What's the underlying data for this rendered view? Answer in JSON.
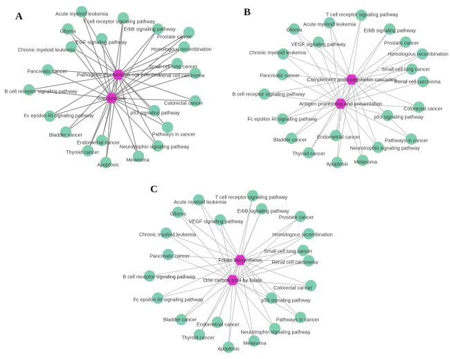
{
  "colors": {
    "pathway_node": "#7fcfb2",
    "hub_node": "#e033c9",
    "edge_A": "#8a8a8a",
    "edge_BC": "#b9b9b9"
  },
  "panels": [
    {
      "letter": "A",
      "hubs": [
        "Pathogenic Escherichia coli infection",
        "Gap junction"
      ],
      "nodes": [
        "Acute myeloid leukemia",
        "T cell receptor signaling pathway",
        "Glioma",
        "ErbB signaling pathway",
        "VEGF signaling pathway",
        "Prostate cancer",
        "Chronic myeloid leukemia",
        "Homologous recombination",
        "Pancreatic cancer",
        "Small cell lung cancer",
        "Renal cell carcinoma",
        "B cell receptor signaling pathway",
        "Colorectal cancer",
        "p53 signaling pathway",
        "Fc epsilon RI signaling pathway",
        "Bladder cancer",
        "Pathways in cancer",
        "Endometrial cancer",
        "Neurotrophin signaling pathway",
        "Thyroid cancer",
        "Melanoma",
        "Apoptosis"
      ]
    },
    {
      "letter": "B",
      "hubs": [
        "Complement and coagulation cascades",
        "Antigen processing and presentation"
      ],
      "nodes": [
        "T cell receptor signaling pathway",
        "Acute myeloid leukemia",
        "Glioma",
        "ErbB signaling pathway",
        "VEGF signaling pathway",
        "Prostate cancer",
        "Chronic myeloid leukemia",
        "Homologous recombination",
        "Pancreatic cancer",
        "Small cell lung cancer",
        "Renal cell carcinoma",
        "B cell receptor signaling pathway",
        "Colorectal cancer",
        "p53 signaling pathway",
        "Fc epsilon RI signaling pathway",
        "Bladder cancer",
        "Endometrial cancer",
        "Pathways in cancer",
        "Neurotrophin signaling pathway",
        "Thyroid cancer",
        "Apoptosis",
        "Melanoma"
      ]
    },
    {
      "letter": "C",
      "hubs": [
        "Folate biosynthesis",
        "One carbon pool by folate"
      ],
      "nodes": [
        "T cell receptor signaling pathway",
        "Acute myeloid leukemia",
        "ErbB signaling pathway",
        "Glioma",
        "Prostate cancer",
        "VEGF signaling pathway",
        "Homologous recombination",
        "Chronic myeloid leukemia",
        "Pancreatic cancer",
        "Small cell lung cancer",
        "Renal cell carcinoma",
        "B cell receptor signaling pathway",
        "Colorectal cancer",
        "Fc epsilon RI signaling pathway",
        "p53 signaling pathway",
        "Bladder cancer",
        "Pathways in cancer",
        "Endometrial cancer",
        "Thyroid cancer",
        "Neurotrophin signaling pathway",
        "Melanoma",
        "Apoptosis"
      ]
    }
  ]
}
